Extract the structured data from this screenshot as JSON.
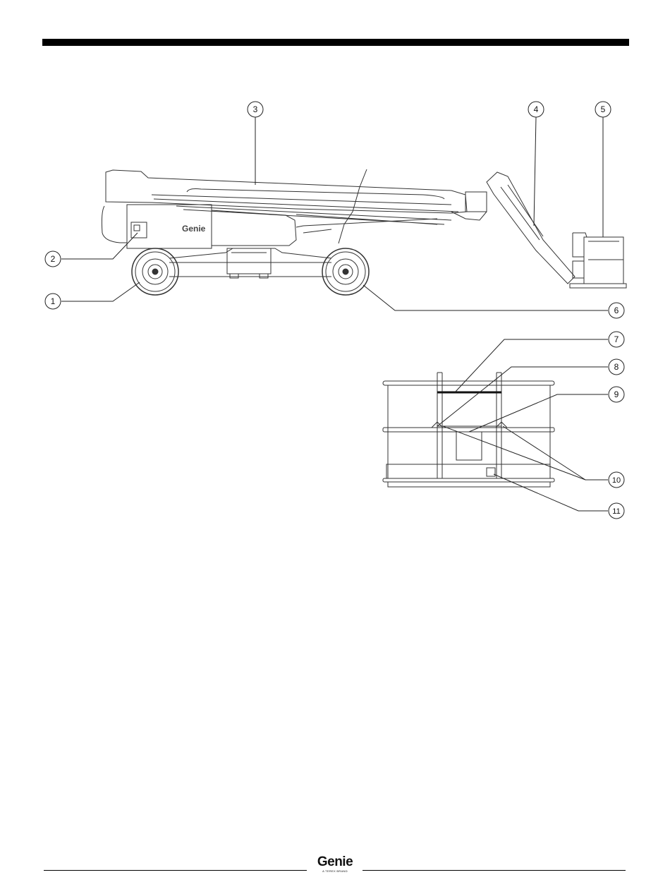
{
  "callouts": [
    {
      "id": "1",
      "label": "1"
    },
    {
      "id": "2",
      "label": "2"
    },
    {
      "id": "3",
      "label": "3"
    },
    {
      "id": "4",
      "label": "4"
    },
    {
      "id": "5",
      "label": "5"
    },
    {
      "id": "6",
      "label": "6"
    },
    {
      "id": "7",
      "label": "7"
    },
    {
      "id": "8",
      "label": "8"
    },
    {
      "id": "9",
      "label": "9"
    },
    {
      "id": "10",
      "label": "10"
    },
    {
      "id": "11",
      "label": "11"
    }
  ],
  "machine": {
    "decal_text": "Genie"
  },
  "footer": {
    "logo_text": "Genie",
    "logo_subtext": "A TEREX BRAND"
  },
  "icons": {
    "logo": "genie-logo"
  },
  "colors": {
    "line": "#222222",
    "bar": "#000000"
  }
}
